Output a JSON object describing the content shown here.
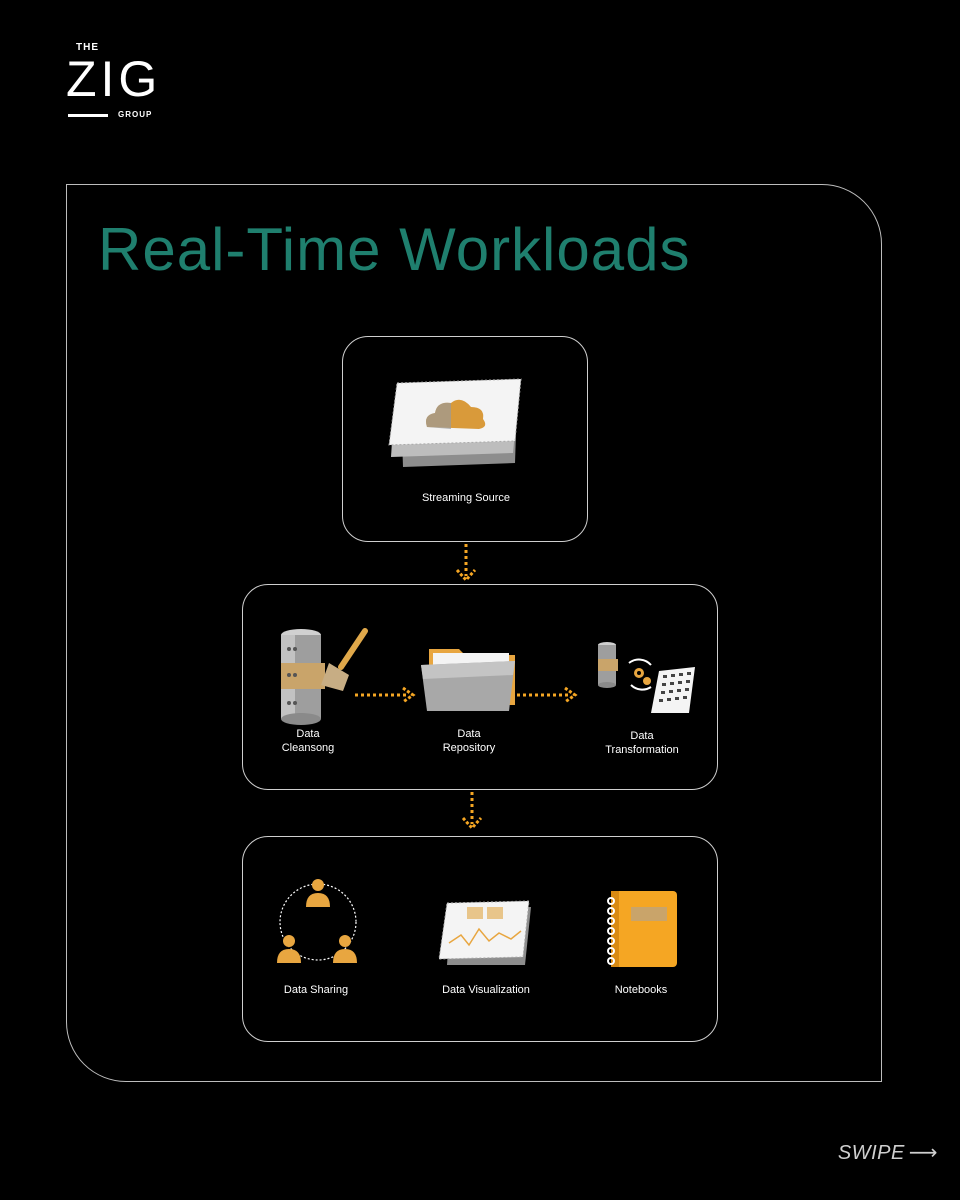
{
  "logo": {
    "the": "THE",
    "zig": "ZIG",
    "group": "GROUP"
  },
  "title": "Real-Time Workloads",
  "stages": {
    "source": {
      "label": "Streaming Source",
      "icon": "cloud-card-icon"
    },
    "processing": [
      {
        "label_line1": "Data",
        "label_line2": "Cleansong",
        "icon": "database-broom-icon"
      },
      {
        "label_line1": "Data",
        "label_line2": "Repository",
        "icon": "folder-icon"
      },
      {
        "label_line1": "Data",
        "label_line2": "Transformation",
        "icon": "transform-gears-icon"
      }
    ],
    "outputs": [
      {
        "label": "Data Sharing",
        "icon": "people-cycle-icon"
      },
      {
        "label": "Data Visualization",
        "icon": "dashboard-icon"
      },
      {
        "label": "Notebooks",
        "icon": "notebook-icon"
      }
    ]
  },
  "footer": {
    "swipe": "SWIPE",
    "arrow": "⟶"
  },
  "colors": {
    "accent": "#f5a623",
    "title": "#1f7f6e",
    "border": "#cfcfcf"
  }
}
